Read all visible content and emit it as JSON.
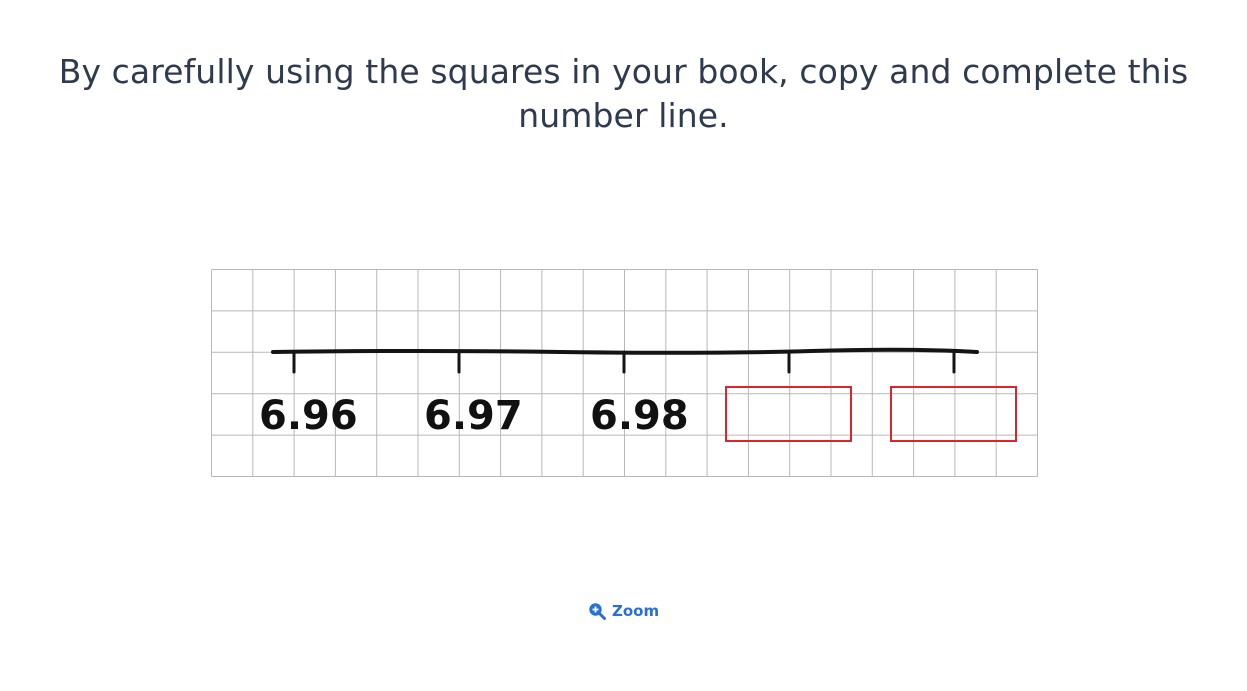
{
  "question": {
    "text": "By carefully using the squares in your book, copy and complete this number line."
  },
  "number_line": {
    "labels": [
      "6.96",
      "6.97",
      "6.98"
    ],
    "blank_answer_boxes": 2,
    "answer_box_color": "#d9262c"
  },
  "zoom": {
    "label": "Zoom",
    "icon": "zoom-in-icon",
    "color": "#2a6fd6"
  }
}
